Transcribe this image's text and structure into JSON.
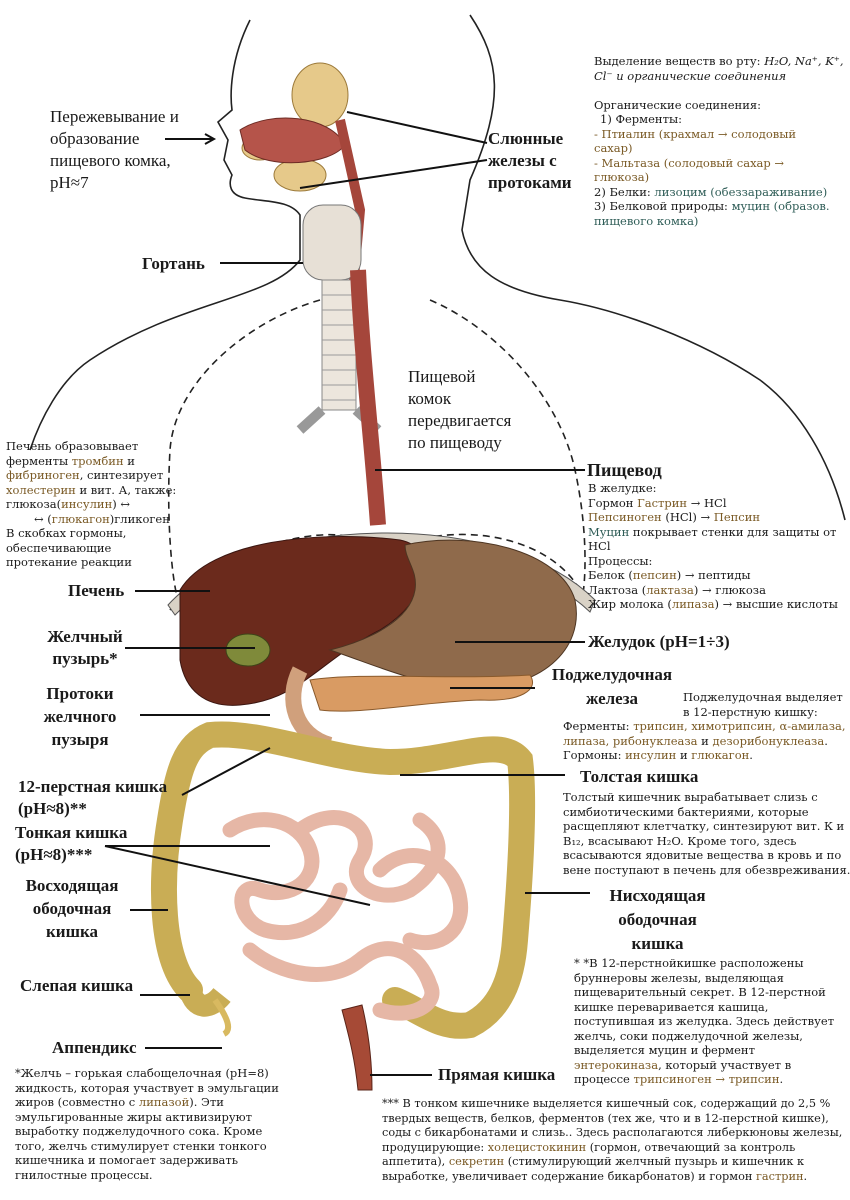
{
  "colors": {
    "brown_term": "#7a5a25",
    "teal_term": "#2f5d57",
    "liver": "#6b2a1c",
    "stomach": "#8f6a4b",
    "colon": "#c9ad55",
    "small_intestine": "#e6b7a6",
    "esophagus": "#a5463b",
    "pancreas": "#d99b63",
    "salivary": "#e6c98a"
  },
  "labels": {
    "chewing": [
      "Пережевывание и",
      "образование",
      "пищевого комка,",
      "pH≈7"
    ],
    "salivary": [
      "Слюнные",
      "железы с",
      "протоками"
    ],
    "larynx": "Гортань",
    "bolus": [
      "Пищевой",
      "комок",
      "передвигается",
      "по пищеводу"
    ],
    "esophagus": "Пищевод",
    "liver": "Печень",
    "gallbladder": [
      "Желчный",
      "пузырь*"
    ],
    "ducts": [
      "Протоки",
      "желчного",
      "пузыря"
    ],
    "stomach": "Желудок (pH=1÷3)",
    "pancreas": [
      "Поджелудочная",
      "железа"
    ],
    "duodenum": [
      "12-перстная кишка",
      "(pH≈8)**"
    ],
    "small_int": [
      "Тонкая кишка",
      "(pH≈8)***"
    ],
    "ascending": [
      "Восходящая",
      "ободочная",
      "кишка"
    ],
    "colon": "Толстая кишка",
    "descending": [
      "Нисходящая",
      "ободочная",
      "кишка"
    ],
    "cecum": "Слепая кишка",
    "appendix": "Аппендикс",
    "rectum": "Прямая кишка"
  },
  "notes": {
    "mouth_l1": "Выделение веществ во рту: ",
    "mouth_l1_it": "H₂O, Na⁺, K⁺,",
    "mouth_l2_it": "Cl⁻ и органические соединения",
    "org_title": "Органические соединения:",
    "enz": "1) Ферменты:",
    "ptyalin_a": "- Птиалин (крахмал → солодовый",
    "ptyalin_b": "сахар)",
    "maltase_a": "- Мальтаза (солодовый сахар →",
    "maltase_b": "глюкоза)",
    "prot_a": "2) Белки: ",
    "prot_b": "лизоцим (обеззараживание)",
    "muc_a": "3) Белковой природы: ",
    "muc_b": "муцин (образов.",
    "muc_c": "пищевого комка)",
    "liv1": "Печень образовывает",
    "liv2_a": "ферменты ",
    "liv2_b": "тромбин",
    "liv2_c": " и",
    "liv3_a": "фибриноген",
    "liv3_b": ", синтезирует",
    "liv4_a": "холестерин",
    "liv4_b": " и вит. А, также:",
    "liv5_a": "глюкоза(",
    "liv5_b": "инсулин",
    "liv5_c": ") ↔",
    "liv6_a": "↔ (",
    "liv6_b": "глюкагон",
    "liv6_c": ")гликоген",
    "liv7": "В скобках гормоны,",
    "liv8": "обеспечивающие",
    "liv9": "протекание реакции",
    "st1": "В  желудке:",
    "st2_a": "Гормон ",
    "st2_b": "Гастрин",
    "st2_c": " → HCl",
    "st3_a": "Пепсиноген",
    "st3_b": " (HCl) → ",
    "st3_c": "Пепсин",
    "st4_a": "Муцин",
    "st4_b": " покрывает стенки для защиты от",
    "st5": "HCl",
    "st6": "Процессы:",
    "st7_a": "Белок (",
    "st7_b": "пепсин",
    "st7_c": ") → пептиды",
    "st8_a": "Лактоза (",
    "st8_b": "лактаза",
    "st8_c": ") → глюкоза",
    "st9_a": "Жир молока (",
    "st9_b": "липаза",
    "st9_c": ") → высшие кислоты",
    "pan1": "Поджелудочная выделяет",
    "pan2": "в 12-перстную кишку:",
    "pan3_a": "Ферменты: ",
    "pan3_b": "трипсин, химотрипсин, α-амилаза,",
    "pan4_a": "липаза, рибонуклеаза",
    "pan4_b": " и ",
    "pan4_c": "дезорибонуклеаза",
    "pan4_d": ".",
    "pan5_a": "Гормоны: ",
    "pan5_b": "инсулин",
    "pan5_c": " и ",
    "pan5_d": "глюкагон",
    "pan5_e": ".",
    "col1": "Толстый кишечник вырабатывает слизь с",
    "col2": "симбиотическими бактериями, которые",
    "col3": "расщепляют клетчатку, синтезируют вит. К и",
    "col4": "B₁₂, всасывают H₂O. Кроме того, здесь",
    "col5": "всасываются ядовитые вещества в кровь и по",
    "col6": "вене поступают в печень для обезвреживания.",
    "du1": "* *В 12-перстнойкишке расположены",
    "du2": "бруннеровы железы, выделяющая",
    "du3": "пищеварительный секрет. В 12-перстной",
    "du4": "кишке переваривается кашица,",
    "du5": "поступившая из желудка. Здесь действует",
    "du6": "желчь, соки поджелудочной железы,",
    "du7": "выделяется муцин и фермент",
    "du8": "энтерокиназа",
    "du8_b": ", который участвует в",
    "du9_a": "процессе ",
    "du9_b": "трипсиноген → трипсин",
    "du9_c": ".",
    "bi1": "*Желчь – горькая слабощелочная (pH=8)",
    "bi2": "жидкость, которая участвует в эмульгации",
    "bi3_a": "жиров (совместно с ",
    "bi3_b": "липазой",
    "bi3_c": "). Эти",
    "bi4": "эмульгированные жиры активизируют",
    "bi5": "выработку поджелудочного сока. Кроме",
    "bi6": "того, желчь стимулирует стенки тонкого",
    "bi7": "кишечника и помогает задерживать",
    "bi8": "гнилостные процессы.",
    "sm1": "*** В тонком кишечнике выделяется кишечный сок, содержащий до 2,5 %",
    "sm2": "твердых веществ, белков, ферментов (тех же, что и в 12-перстной кишке),",
    "sm3": "соды с бикарбонатами и слизь.. Здесь располагаются либеркюновы железы,",
    "sm4_a": "продуцирующие: ",
    "sm4_b": "холецистокинин",
    "sm4_c": " (гормон, отвечающий за контроль",
    "sm5_a": "аппетита), ",
    "sm5_b": "секретин",
    "sm5_c": " (стимулирующий желчный пузырь и кишечник к",
    "sm6_a": "выработке, увеличивает содержание  бикарбонатов) и гормон ",
    "sm6_b": "гастрин",
    "sm6_c": "."
  }
}
